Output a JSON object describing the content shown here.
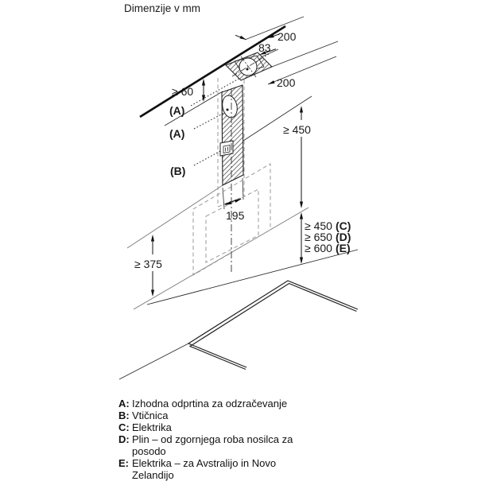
{
  "title": "Dimenzije v mm",
  "dimensions": {
    "top_width": "200",
    "vent_offset": "83",
    "side_depth": "200",
    "ceiling_gap": "≥ 60",
    "upper_height": "≥ 450",
    "strip_width": "195",
    "wall_min": "≥ 375",
    "clearances": [
      {
        "value": "≥ 450",
        "key": "(C)"
      },
      {
        "value": "≥ 650",
        "key": "(D)"
      },
      {
        "value": "≥ 600",
        "key": "(E)"
      }
    ]
  },
  "callouts": {
    "vent_top": "(A)",
    "vent_wall": "(A)",
    "socket": "(B)"
  },
  "legend": [
    {
      "key": "A:",
      "text": "Izhodna odprtina za odzračevanje"
    },
    {
      "key": "B:",
      "text": "Vtičnica"
    },
    {
      "key": "C:",
      "text": "Elektrika"
    },
    {
      "key": "D:",
      "text": "Plin – od zgornjega roba nosilca za"
    },
    {
      "key": "",
      "text": "posodo"
    },
    {
      "key": "E:",
      "text": "Elektrika – za Avstralijo in Novo"
    },
    {
      "key": "",
      "text": "Zelandijo"
    }
  ],
  "colors": {
    "line": "#1a1a1a",
    "construction": "#777777",
    "dashed_outline": "#9a9a9a",
    "background": "#ffffff"
  }
}
